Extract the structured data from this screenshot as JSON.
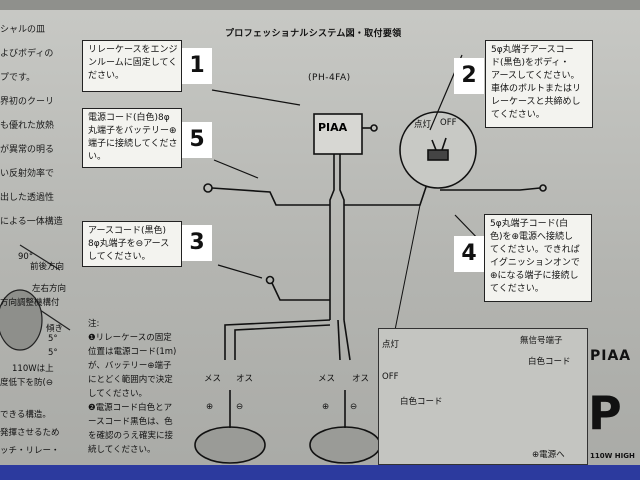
{
  "title": "プロフェッショナルシステム図・取付要領",
  "model": "(PH-4FA)",
  "left_column": [
    "シャルの皿",
    "よびボディの",
    "プです。",
    "界初のクーリ",
    "も優れた放熱",
    "が異常の明る",
    "い反射効率で",
    "出した透過性",
    "による一体構造"
  ],
  "left_labels": {
    "front_back": "前後方向",
    "left_right": "左右方向",
    "adjust": "方向調整機構付",
    "tilt": "傾き",
    "deg5a": "5°",
    "deg5b": "5°",
    "deg90": "90°",
    "watt": "110Wは上",
    "temp": "度低下を防(⊖",
    "lower1": "できる構造。",
    "lower2": "発揮させるため",
    "lower3": "ッチ・リレー・"
  },
  "steps": [
    {
      "number": "1",
      "lines": [
        "リレーケースをエンジ",
        "ンルームに固定してく",
        "ださい。"
      ]
    },
    {
      "number": "2",
      "lines": [
        "5φ丸端子アースコー",
        "ド(黒色)をボディ・",
        "アースしてください。",
        "車体のボルトまたはリ",
        "レーケースと共締めし",
        "てください。"
      ]
    },
    {
      "number": "3",
      "lines": [
        "アースコード(黒色)",
        "8φ丸端子を⊖アース",
        "してください。"
      ]
    },
    {
      "number": "4",
      "lines": [
        "5φ丸端子コード(白",
        "色)を⊕電源へ接続し",
        "てください。できれば",
        "イグニッションオンで",
        "⊕になる端子に接続し",
        "てください。"
      ]
    },
    {
      "number": "5",
      "lines": [
        "電源コード(白色)8φ",
        "丸端子をバッテリー⊕",
        "端子に接続してくださ",
        "い。"
      ]
    }
  ],
  "notes": [
    "注:",
    "❶リレーケースの固定",
    "位置は電源コード(1m)",
    "が、バッテリー⊕端子",
    "にとどく範囲内で決定",
    "してください。",
    "❷電源コード白色とア",
    "ースコード黒色は、色",
    "を確認のうえ確実に接",
    "続してください。"
  ],
  "relay_label": "PIAA",
  "switch_labels": {
    "on": "点灯",
    "off": "OFF"
  },
  "connectors": {
    "left": {
      "female": "メス",
      "male": "オス",
      "plus": "⊕",
      "minus": "⊖"
    },
    "right": {
      "female": "メス",
      "male": "オス",
      "plus": "⊕",
      "minus": "⊖"
    }
  },
  "inset": {
    "on": "点灯",
    "off": "OFF",
    "no_signal": "無信号端子",
    "white_cord_1": "白色コード",
    "white_cord_2": "白色コード",
    "power": "⊕電源へ"
  },
  "brand": {
    "line1": "PIAA",
    "line2": "P",
    "line3": "110W HIGH"
  }
}
